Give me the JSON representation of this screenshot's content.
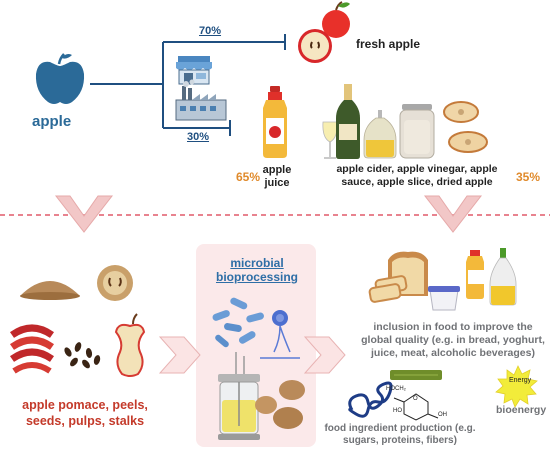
{
  "source": {
    "label": "apple"
  },
  "split": {
    "fresh_pct": "70%",
    "processed_pct": "30%",
    "fresh_label": "fresh apple"
  },
  "processed": {
    "juice_pct": "65%",
    "juice_label": "apple juice",
    "other_pct": "35%",
    "other_label": "apple cider, apple vinegar, apple sauce, apple slice, dried apple"
  },
  "waste": {
    "label": "apple pomace, peels, seeds, pulps, stalks"
  },
  "bioprocessing": {
    "title": "microbial bioprocessing"
  },
  "outputs": {
    "food_inclusion": "inclusion in food to improve the global quality (e.g. in bread, yoghurt, juice, meat, alcoholic beverages)",
    "ingredients": "food ingredient production (e.g. sugars, proteins, fibers)",
    "bioenergy": "bioenergy",
    "energy_badge": "Energy"
  },
  "chem": {
    "hoch2": "HOCH₂",
    "ho": "HO",
    "oh": "OH",
    "o": "O"
  },
  "colors": {
    "apple_blue": "#2b6a98",
    "flow_line": "#1f4f80",
    "dashed_red": "#e05a6a",
    "chevron": "#f2c7c7",
    "panel_pink": "#fbe9ea",
    "orange_pct": "#e08a2b",
    "red_text": "#c43a2a",
    "gray_text": "#707276",
    "link_blue": "#2e6ea6"
  }
}
